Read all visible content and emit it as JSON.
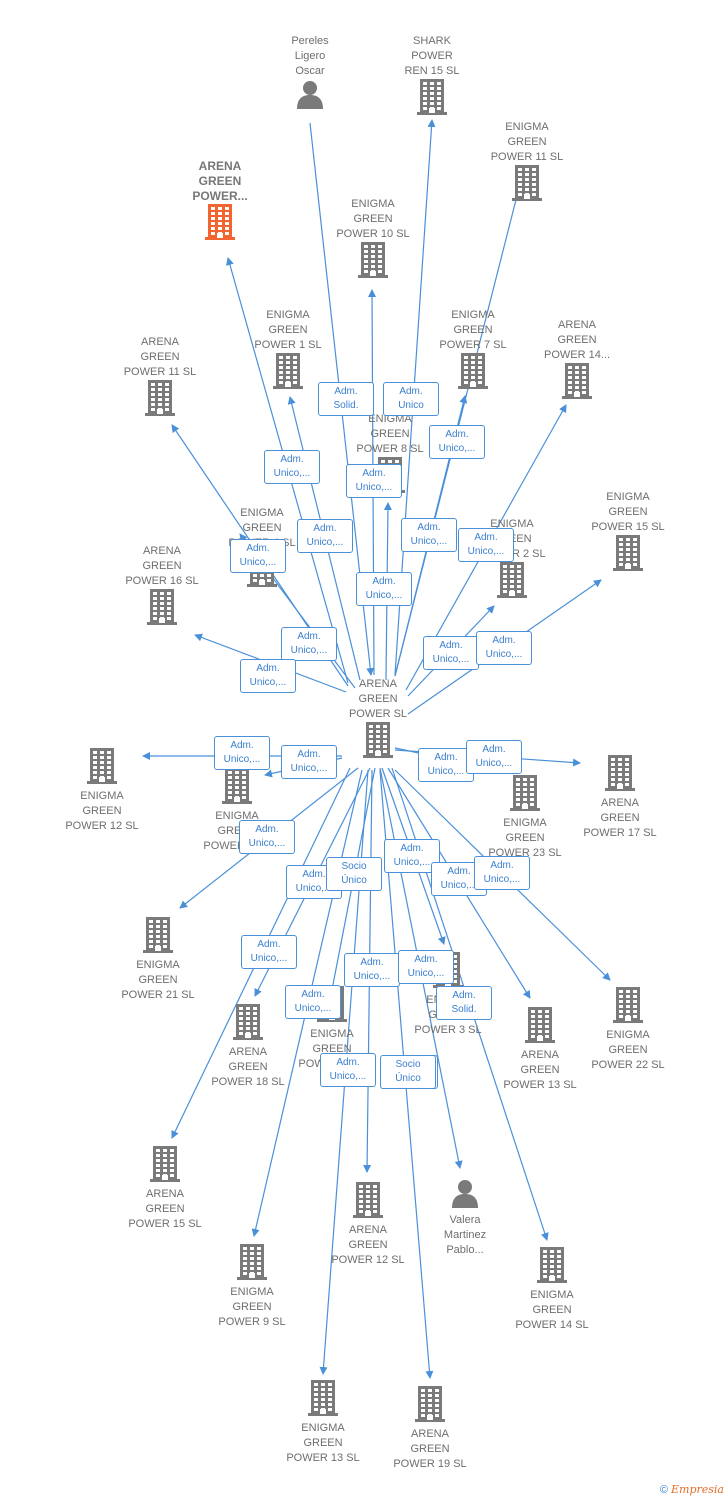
{
  "nodes": [
    {
      "id": "center",
      "label": "ARENA\nGREEN\nPOWER  SL",
      "type": "company"
    },
    {
      "id": "n_pereles",
      "label": "Pereles\nLigero\nOscar",
      "type": "person"
    },
    {
      "id": "n_shark",
      "label": "SHARK\nPOWER\nREN 15  SL",
      "type": "company"
    },
    {
      "id": "n_eg11",
      "label": "ENIGMA\nGREEN\nPOWER 11  SL",
      "type": "company"
    },
    {
      "id": "n_agp_main",
      "label": "ARENA\nGREEN\nPOWER...",
      "type": "company",
      "highlight": true
    },
    {
      "id": "n_eg10",
      "label": "ENIGMA\nGREEN\nPOWER 10  SL",
      "type": "company"
    },
    {
      "id": "n_eg1",
      "label": "ENIGMA\nGREEN\nPOWER 1  SL",
      "type": "company"
    },
    {
      "id": "n_eg7",
      "label": "ENIGMA\nGREEN\nPOWER 7  SL",
      "type": "company"
    },
    {
      "id": "n_ag14",
      "label": "ARENA\nGREEN\nPOWER 14...",
      "type": "company"
    },
    {
      "id": "n_ag11",
      "label": "ARENA\nGREEN\nPOWER 11  SL",
      "type": "company"
    },
    {
      "id": "n_eg8",
      "label": "ENIGMA\nGREEN\nPOWER 8  SL",
      "type": "company"
    },
    {
      "id": "n_eg4",
      "label": "ENIGMA\nGREEN\nPOWER 4  SL",
      "type": "company"
    },
    {
      "id": "n_eg2",
      "label": "ENIGMA\nGREEN\nPOWER 2  SL",
      "type": "company"
    },
    {
      "id": "n_eg15",
      "label": "ENIGMA\nGREEN\nPOWER 15  SL",
      "type": "company"
    },
    {
      "id": "n_ag16",
      "label": "ARENA\nGREEN\nPOWER 16  SL",
      "type": "company"
    },
    {
      "id": "n_eg12",
      "label": "ENIGMA\nGREEN\nPOWER 12  SL",
      "type": "company"
    },
    {
      "id": "n_eg_l",
      "label": "ENIGMA\nGREEN\nPOWER 5  SL",
      "type": "company"
    },
    {
      "id": "n_eg23",
      "label": "ENIGMA\nGREEN\nPOWER 23  SL",
      "type": "company"
    },
    {
      "id": "n_ag17",
      "label": "ARENA\nGREEN\nPOWER 17  SL",
      "type": "company"
    },
    {
      "id": "n_eg21",
      "label": "ENIGMA\nGREEN\nPOWER 21  SL",
      "type": "company"
    },
    {
      "id": "n_ag18",
      "label": "ARENA\nGREEN\nPOWER 18  SL",
      "type": "company"
    },
    {
      "id": "n_eg_c",
      "label": "ENIGMA\nGREEN\nPOWER 6  SL",
      "type": "company"
    },
    {
      "id": "n_eg3",
      "label": "ENIGMA\nGREEN\nPOWER 3  SL",
      "type": "company"
    },
    {
      "id": "n_ag13",
      "label": "ARENA\nGREEN\nPOWER 13  SL",
      "type": "company"
    },
    {
      "id": "n_eg22",
      "label": "ENIGMA\nGREEN\nPOWER 22  SL",
      "type": "company"
    },
    {
      "id": "n_ag15",
      "label": "ARENA\nGREEN\nPOWER 15  SL",
      "type": "company"
    },
    {
      "id": "n_ag12",
      "label": "ARENA\nGREEN\nPOWER 12  SL",
      "type": "company"
    },
    {
      "id": "n_valera",
      "label": "Valera\nMartinez\nPablo...",
      "type": "person"
    },
    {
      "id": "n_eg9",
      "label": "ENIGMA\nGREEN\nPOWER 9  SL",
      "type": "company"
    },
    {
      "id": "n_eg14",
      "label": "ENIGMA\nGREEN\nPOWER 14  SL",
      "type": "company"
    },
    {
      "id": "n_eg13",
      "label": "ENIGMA\nGREEN\nPOWER 13  SL",
      "type": "company"
    },
    {
      "id": "n_ag19",
      "label": "ARENA\nGREEN\nPOWER 19  SL",
      "type": "company"
    }
  ],
  "edge_labels": [
    "Adm.\nSolid.",
    "Adm.\nUnico",
    "Adm.\nUnico,...",
    "Adm.\nUnico,...",
    "Adm.\nUnico,...",
    "Adm.\nUnico,...",
    "Adm.\nUnico,...",
    "Adm.\nUnico,...",
    "Adm.\nUnico,...",
    "Adm.\nUnico,...",
    "Adm.\nUnico,...",
    "Adm.\nUnico,...",
    "Adm.\nUnico,...",
    "Adm.\nUnico,...",
    "Adm.\nUnico,...",
    "Adm.\nUnico,...",
    "Adm.\nUnico,...",
    "Adm.\nUnico,...",
    "Adm.\nUnico,...",
    "Adm.\nUnico,...",
    "Socio\nÚnico",
    "Adm.\nUnico,...",
    "Adm.\nUnico,...",
    "Adm.\nUnico,...",
    "Adm.\nUnico,...",
    "Adm.\nUnico,...",
    "Adm.\nUnico,...",
    "Adm.\nUnico,...",
    "Adm.\nSolid.",
    "Adm.\nUnico,...",
    "Adm.\nUnico,...",
    "Socio\nÚnico"
  ],
  "colors": {
    "edge": "#4a90d9",
    "icon": "#7a7a7a",
    "highlight": "#f26430"
  },
  "footer": {
    "copyright": "©",
    "brand": "Empresia"
  }
}
